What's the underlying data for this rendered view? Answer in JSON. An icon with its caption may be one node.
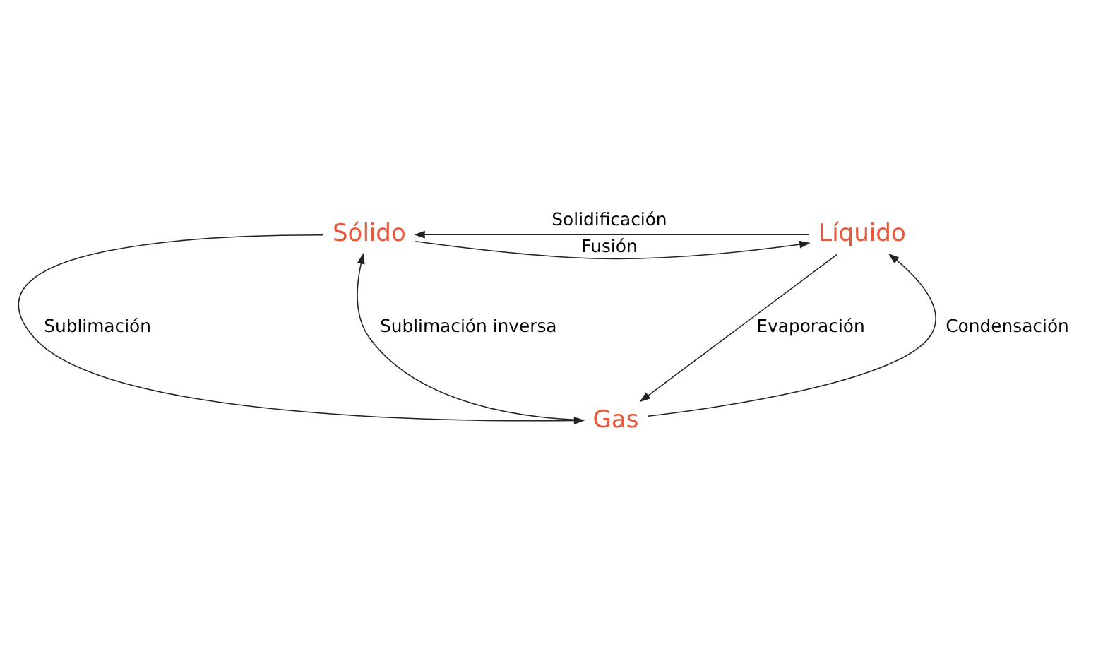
{
  "diagram": {
    "nodes": [
      {
        "text": [
          "Sólido"
        ]
      },
      {
        "text": [
          "Líquido"
        ]
      },
      {
        "text": [
          "Gas"
        ]
      }
    ],
    "edges": [
      {
        "from": 0,
        "to": 1,
        "arrow": "to",
        "label": "Fusión"
      },
      {
        "from": 1,
        "to": 0,
        "arrow": "to",
        "label": "Solidificación"
      },
      {
        "from": 0,
        "to": 2,
        "arrow": "to",
        "label": "Sublimación"
      },
      {
        "from": 2,
        "to": 0,
        "arrow": "to",
        "label": "Sublimación inversa"
      },
      {
        "from": 1,
        "to": 2,
        "arrow": "to",
        "label": "Evaporación"
      },
      {
        "from": 2,
        "to": 1,
        "arrow": "to",
        "label": "Condensación"
      }
    ]
  }
}
